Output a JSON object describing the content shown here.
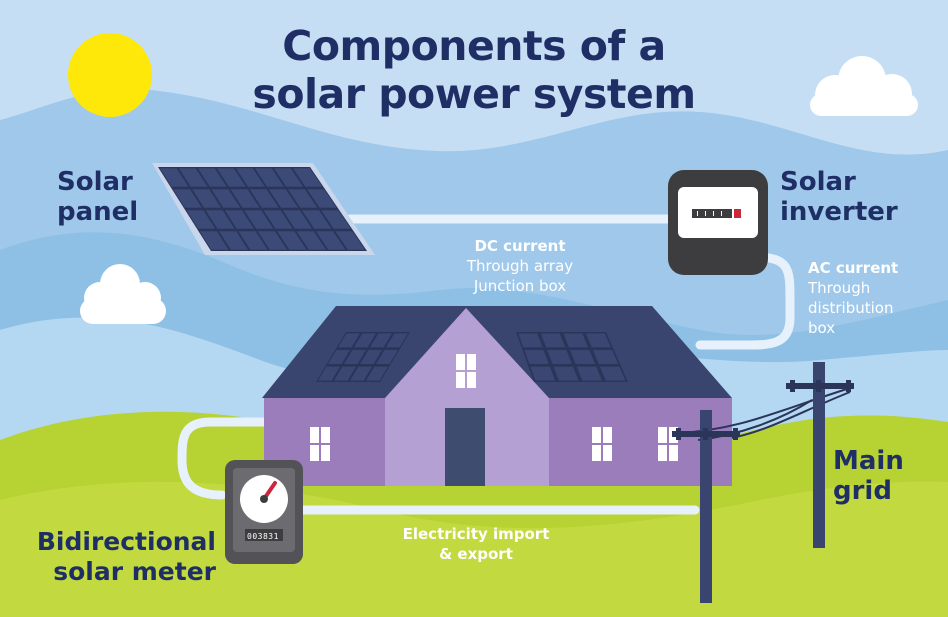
{
  "title": {
    "line1": "Components of a",
    "line2": "solar power system"
  },
  "labels": {
    "solar_panel": {
      "line1": "Solar",
      "line2": "panel"
    },
    "solar_inverter": {
      "line1": "Solar",
      "line2": "inverter"
    },
    "main_grid": {
      "line1": "Main",
      "line2": "grid"
    },
    "bidirectional_meter": {
      "line1": "Bidirectional",
      "line2": "solar meter"
    }
  },
  "flows": {
    "dc": {
      "heading": "DC current",
      "line1": "Through array",
      "line2": "Junction box"
    },
    "ac": {
      "heading": "AC current",
      "line1": "Through",
      "line2": "distribution",
      "line3": "box"
    },
    "import_export": {
      "line1": "Electricity import",
      "line2": "& export"
    }
  },
  "meter_readout": "003831",
  "colors": {
    "sky": "#9fc8ea",
    "text_dark": "#1f2f66",
    "grass": "#b6d233",
    "house_wall": "#9c7dbc",
    "roof": "#39456e",
    "sun": "#fde80a",
    "connector": "#e6f1fb"
  }
}
